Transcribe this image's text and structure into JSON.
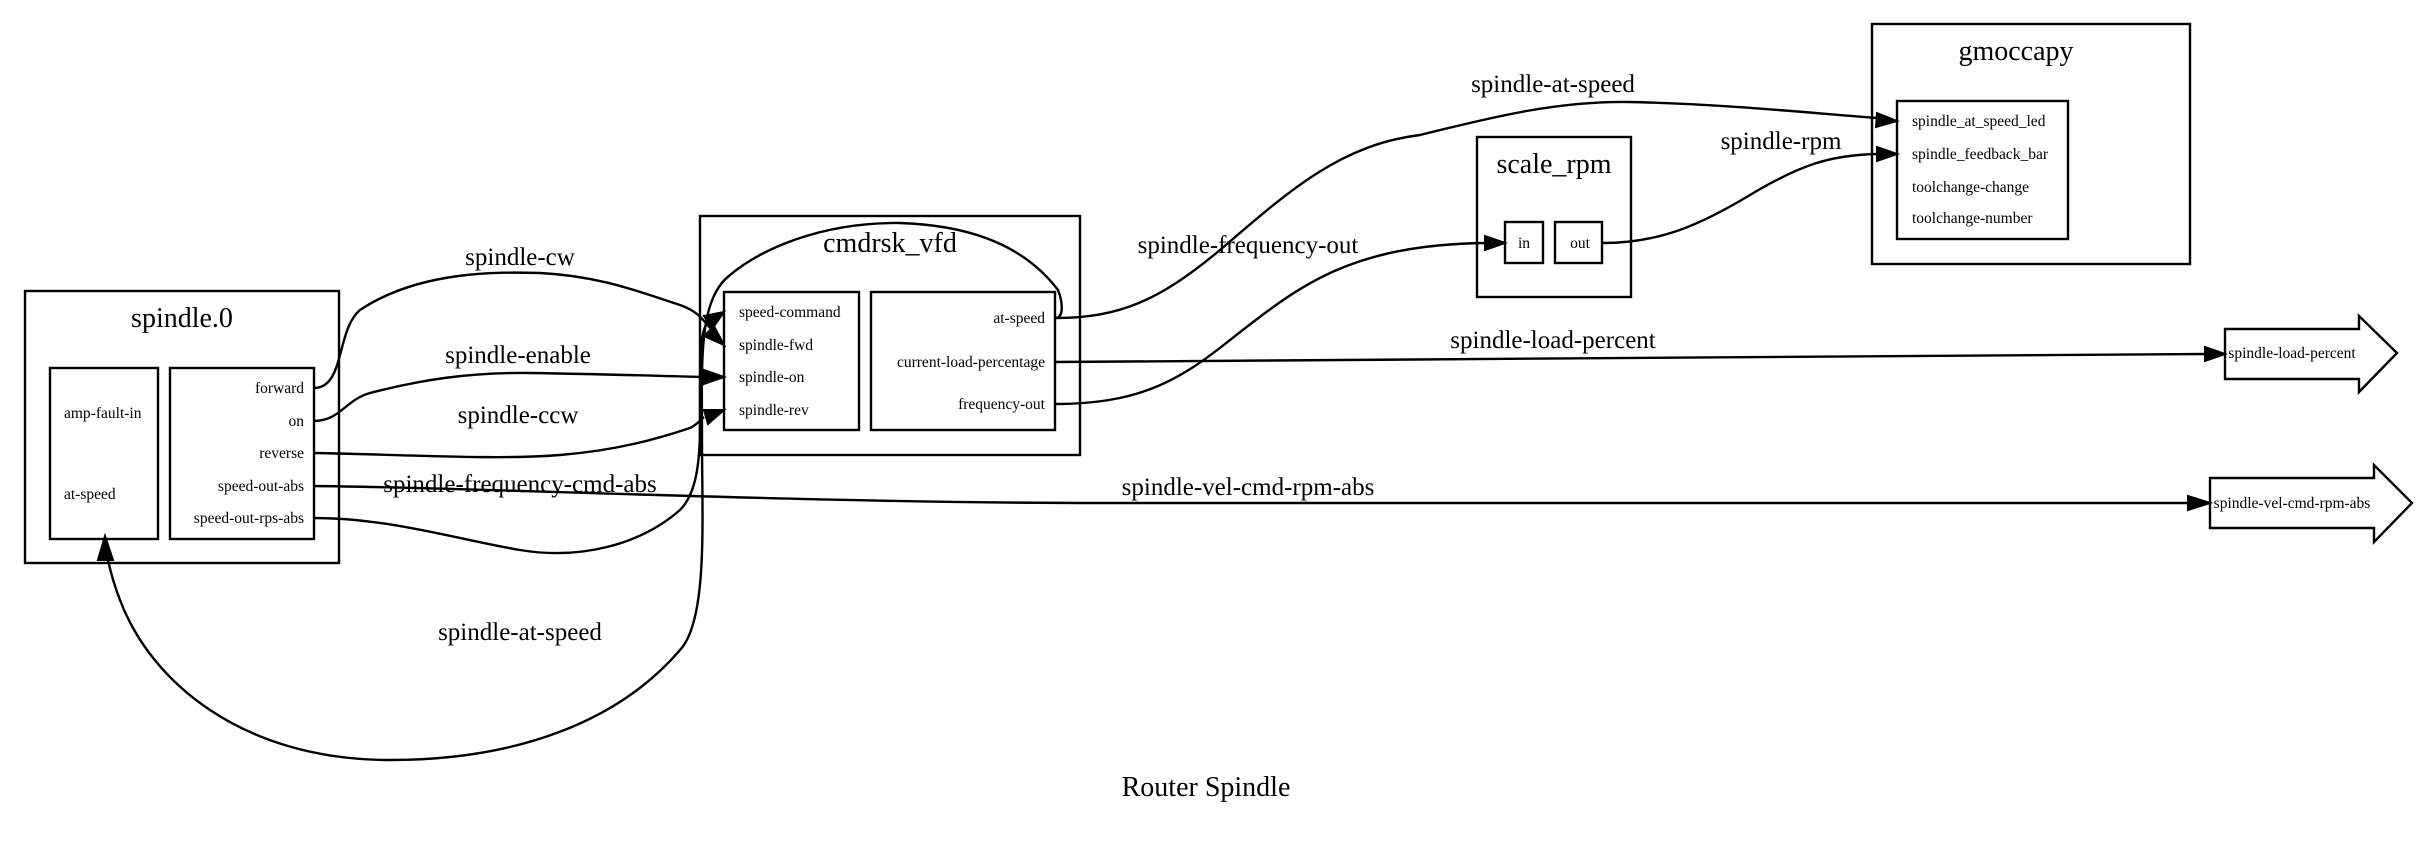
{
  "graph": {
    "title": "Router Spindle"
  },
  "nodes": {
    "spindle0": {
      "title": "spindle.0",
      "inputs": [
        "amp-fault-in",
        "at-speed"
      ],
      "outputs": [
        "forward",
        "on",
        "reverse",
        "speed-out-abs",
        "speed-out-rps-abs"
      ]
    },
    "cmdrsk_vfd": {
      "title": "cmdrsk_vfd",
      "inputs": [
        "speed-command",
        "spindle-fwd",
        "spindle-on",
        "spindle-rev"
      ],
      "outputs": [
        "at-speed",
        "current-load-percentage",
        "frequency-out"
      ]
    },
    "scale_rpm": {
      "title": "scale_rpm",
      "inputs": [
        "in"
      ],
      "outputs": [
        "out"
      ]
    },
    "gmoccapy": {
      "title": "gmoccapy",
      "inputs": [
        "spindle_at_speed_led",
        "spindle_feedback_bar",
        "toolchange-change",
        "toolchange-number"
      ]
    },
    "out_load": {
      "label": "spindle-load-percent"
    },
    "out_vel": {
      "label": "spindle-vel-cmd-rpm-abs"
    }
  },
  "edges": [
    {
      "label": "spindle-cw",
      "from": "spindle.0.forward",
      "to": "cmdrsk_vfd.spindle-fwd"
    },
    {
      "label": "spindle-enable",
      "from": "spindle.0.on",
      "to": "cmdrsk_vfd.spindle-on"
    },
    {
      "label": "spindle-ccw",
      "from": "spindle.0.reverse",
      "to": "cmdrsk_vfd.spindle-rev"
    },
    {
      "label": "spindle-frequency-cmd-abs",
      "from": "spindle.0.speed-out-rps-abs",
      "to": "cmdrsk_vfd.speed-command"
    },
    {
      "label": "spindle-vel-cmd-rpm-abs",
      "from": "spindle.0.speed-out-abs",
      "to": "spindle-vel-cmd-rpm-abs"
    },
    {
      "label": "spindle-at-speed",
      "from": "cmdrsk_vfd.at-speed",
      "to": "spindle.0.at-speed"
    },
    {
      "label": "spindle-at-speed",
      "from": "cmdrsk_vfd.at-speed",
      "to": "gmoccapy.spindle_at_speed_led"
    },
    {
      "label": "spindle-frequency-out",
      "from": "cmdrsk_vfd.frequency-out",
      "to": "scale_rpm.in"
    },
    {
      "label": "spindle-load-percent",
      "from": "cmdrsk_vfd.current-load-percentage",
      "to": "spindle-load-percent"
    },
    {
      "label": "spindle-rpm",
      "from": "scale_rpm.out",
      "to": "gmoccapy.spindle_feedback_bar"
    }
  ]
}
